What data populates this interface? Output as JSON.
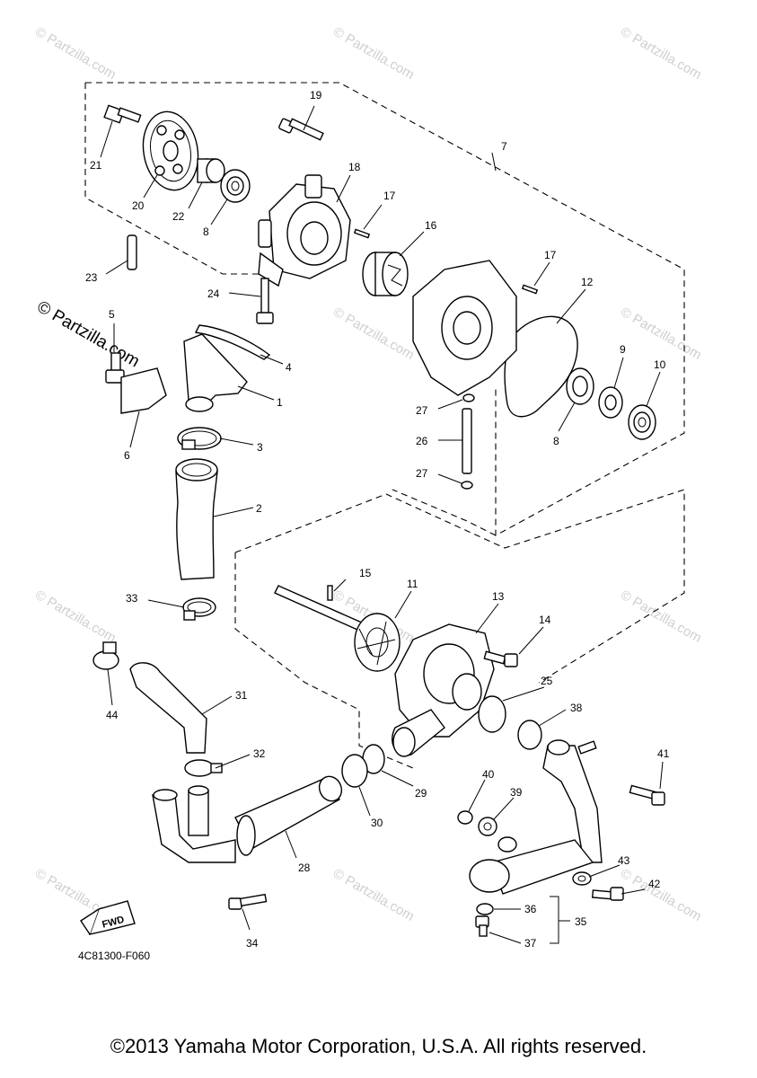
{
  "watermark": "© Partzilla.com",
  "diagram_code": "4C81300-F060",
  "fwd_label": "FWD",
  "copyright": "©2013 Yamaha Motor Corporation, U.S.A. All rights reserved.",
  "callouts": {
    "c1": "1",
    "c2": "2",
    "c3": "3",
    "c4": "4",
    "c5": "5",
    "c6": "6",
    "c7": "7",
    "c8a": "8",
    "c8b": "8",
    "c9": "9",
    "c10": "10",
    "c11": "11",
    "c12": "12",
    "c13": "13",
    "c14": "14",
    "c15": "15",
    "c16": "16",
    "c17a": "17",
    "c17b": "17",
    "c18": "18",
    "c19": "19",
    "c20": "20",
    "c21": "21",
    "c22": "22",
    "c23": "23",
    "c24": "24",
    "c25": "25",
    "c26": "26",
    "c27a": "27",
    "c27b": "27",
    "c28": "28",
    "c29": "29",
    "c30": "30",
    "c31": "31",
    "c32": "32",
    "c33": "33",
    "c34": "34",
    "c35": "35",
    "c36": "36",
    "c37": "37",
    "c38": "38",
    "c39": "39",
    "c40": "40",
    "c41": "41",
    "c42": "42",
    "c43": "43",
    "c44": "44"
  }
}
